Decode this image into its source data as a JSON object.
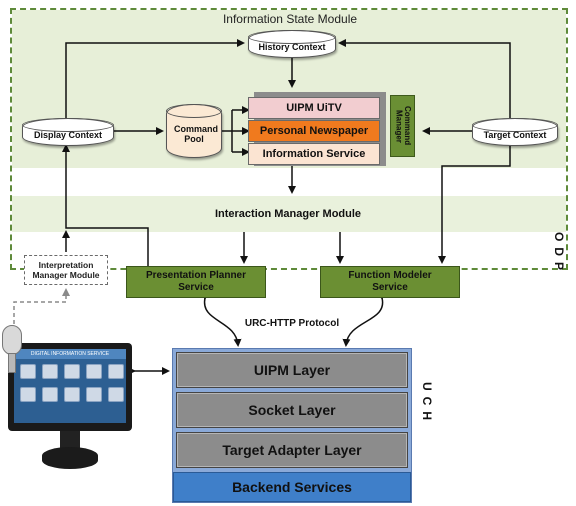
{
  "odp": {
    "label": "ODP",
    "information_state_module": {
      "title": "Information State Module",
      "history_context": "History Context",
      "display_context": "Display Context",
      "target_context": "Target Context",
      "command_pool": "Command Pool",
      "command_manager": "Command Manager",
      "services": [
        "UIPM UiTV",
        "Personal Newspaper",
        "Information Service"
      ]
    },
    "interaction_manager_module": {
      "title": "Interaction Manager Module"
    },
    "interpretation_manager_module": "Interpretation Manager Module",
    "presentation_planner_service": "Presentation Planner Service",
    "function_modeler_service": "Function Modeler Service"
  },
  "protocol_label": "URC-HTTP Protocol",
  "uch": {
    "label": "UCH",
    "layers": [
      "UIPM Layer",
      "Socket Layer",
      "Target Adapter Layer"
    ],
    "backend": "Backend Services"
  },
  "monitor": {
    "header_text": "DIGITAL INFORMATION SERVICE"
  },
  "colors": {
    "module_band": "#e7efd8",
    "service_green": "#6b8f33",
    "uipm_uitv": "#f2cdd0",
    "personal_newspaper": "#f07a1e",
    "information_service": "#fbe4d2",
    "layer_gray": "#8c8c8c",
    "uch_blue": "#8aa9d8",
    "backend_blue": "#3f7fc9"
  }
}
